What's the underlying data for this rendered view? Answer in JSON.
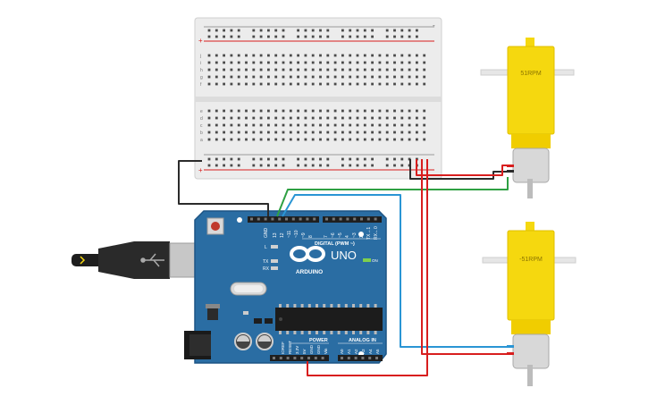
{
  "arduino": {
    "brand": "ARDUINO",
    "model": "UNO",
    "on_label": "ON",
    "digital_label": "DIGITAL (PWM ~)",
    "power_label": "POWER",
    "analog_label": "ANALOG IN",
    "led_l": "L",
    "led_tx": "TX",
    "led_rx": "RX",
    "aref": "AREF",
    "gnd": "GND",
    "pin_13": "13",
    "pin_12": "12",
    "pin_11": "~11",
    "pin_10": "~10",
    "pin_9": "~9",
    "pin_8": "8",
    "pin_7": "7",
    "pin_6": "~6",
    "pin_5": "~5",
    "pin_4": "4",
    "pin_3": "~3",
    "pin_2": "2",
    "pin_1": "TX→1",
    "pin_0": "RX←0",
    "pw_ioref": "IOREF",
    "pw_reset": "RESET",
    "pw_3v3": "3.3V",
    "pw_5v": "5V",
    "pw_gnd1": "GND",
    "pw_gnd2": "GND",
    "pw_vin": "Vin",
    "a0": "A0",
    "a1": "A1",
    "a2": "A2",
    "a3": "A3",
    "a4": "A4",
    "a5": "A5",
    "colors": {
      "board": "#2a6da3",
      "board_edge": "#1d5585",
      "header": "#222222",
      "silk": "#ffffff"
    }
  },
  "motors": {
    "top_label": "51RPM",
    "bottom_label": "-51RPM",
    "body_color": "#f5d80f"
  },
  "breadboard": {
    "row_letters_top": [
      "j",
      "i",
      "h",
      "g",
      "f"
    ],
    "row_letters_bottom": [
      "e",
      "d",
      "c",
      "b",
      "a"
    ],
    "plus": "+",
    "minus": "-"
  },
  "wires": {
    "black": "#2b2b2b",
    "red": "#d81e1e",
    "green": "#2ea043",
    "blue": "#2a95d4"
  }
}
